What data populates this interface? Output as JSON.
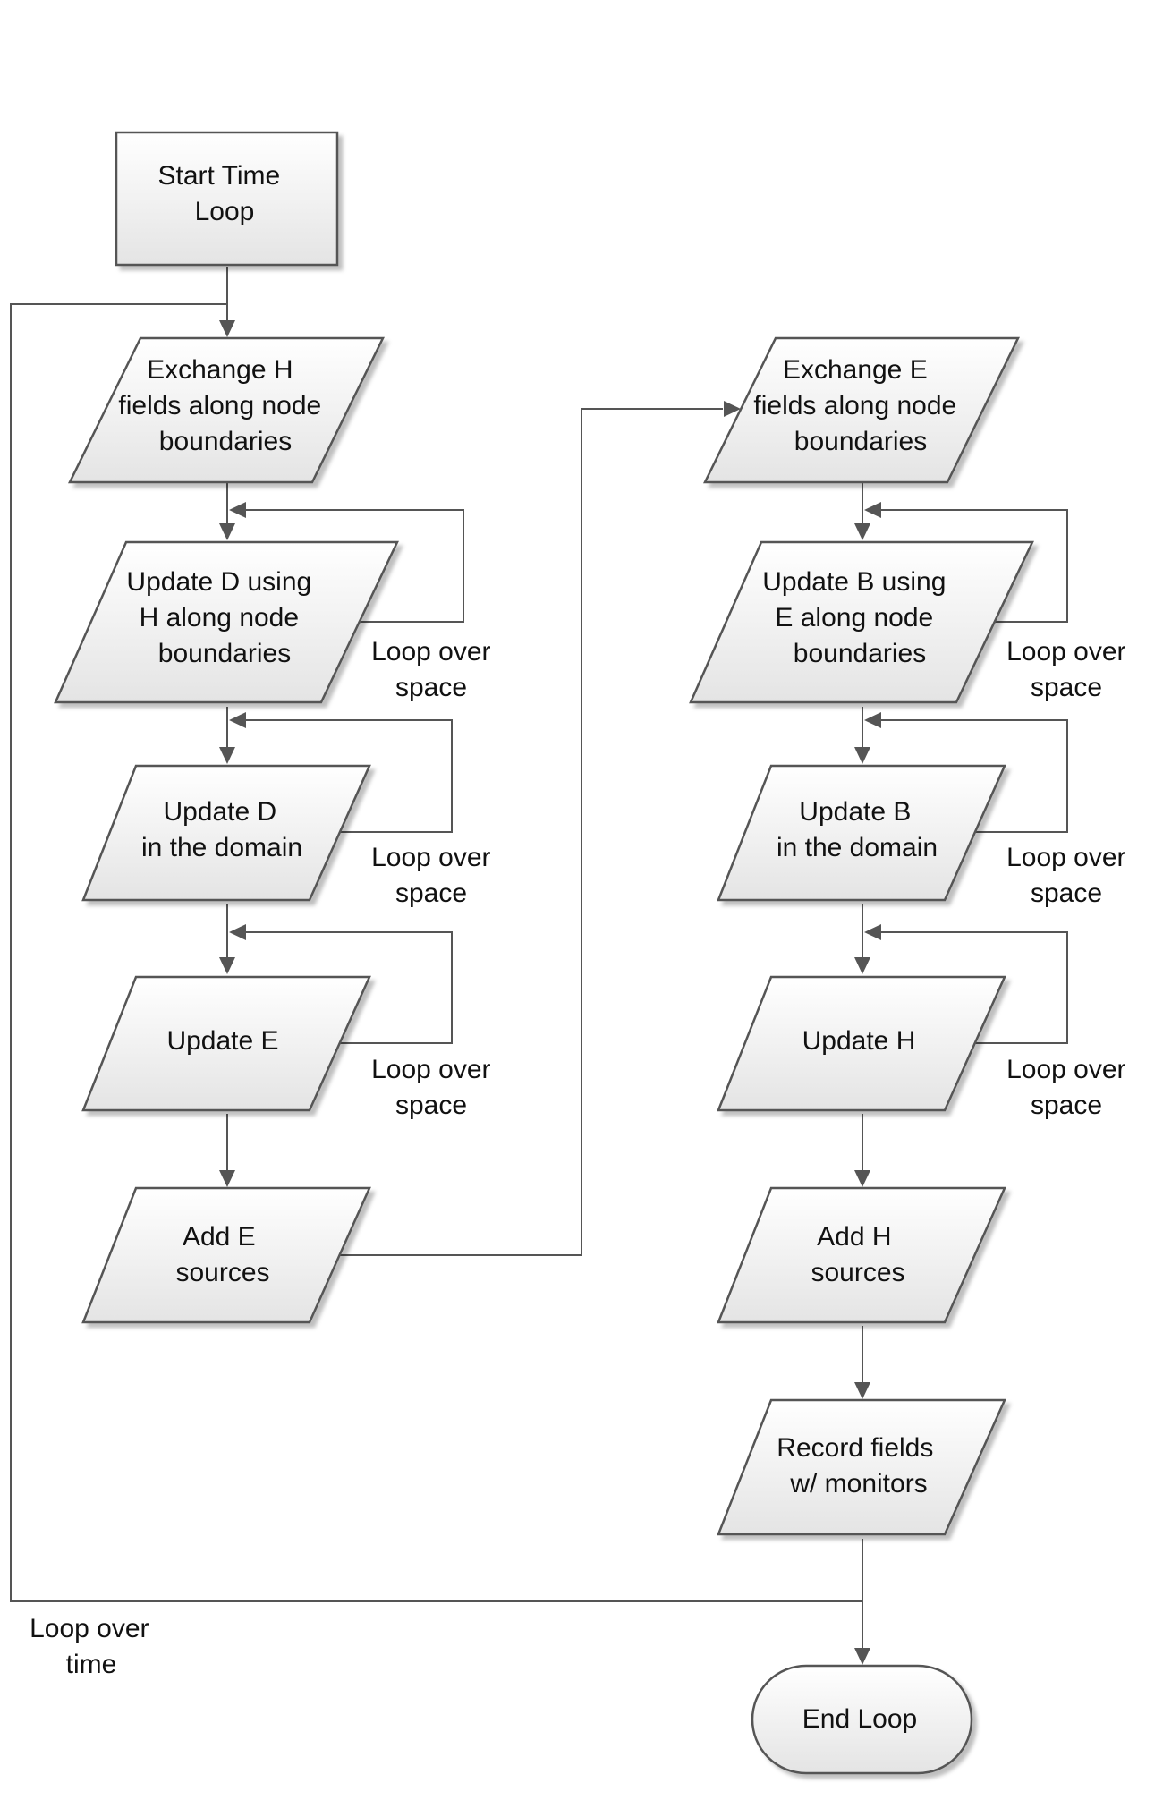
{
  "nodes": {
    "start": [
      "Start Time",
      "Loop"
    ],
    "exchange_h": [
      "Exchange H",
      "fields along node",
      "boundaries"
    ],
    "update_d_boundaries": [
      "Update D using",
      "H along node",
      "boundaries"
    ],
    "update_d_domain": [
      "Update D",
      "in the domain"
    ],
    "update_e": [
      "Update E"
    ],
    "add_e_sources": [
      "Add E",
      "sources"
    ],
    "exchange_e": [
      "Exchange E",
      "fields along node",
      "boundaries"
    ],
    "update_b_boundaries": [
      "Update B using",
      "E along node",
      "boundaries"
    ],
    "update_b_domain": [
      "Update B",
      "in the domain"
    ],
    "update_h": [
      "Update H"
    ],
    "add_h_sources": [
      "Add H",
      "sources"
    ],
    "record_fields": [
      "Record fields",
      "w/ monitors"
    ],
    "end": [
      "End Loop"
    ]
  },
  "loop_labels": {
    "space": [
      "Loop over",
      "space"
    ],
    "time": [
      "Loop over",
      "time"
    ]
  },
  "colors": {
    "stroke": "#555555",
    "fill_top": "#ffffff",
    "fill_bottom": "#e6e6e6",
    "text": "#111111"
  }
}
